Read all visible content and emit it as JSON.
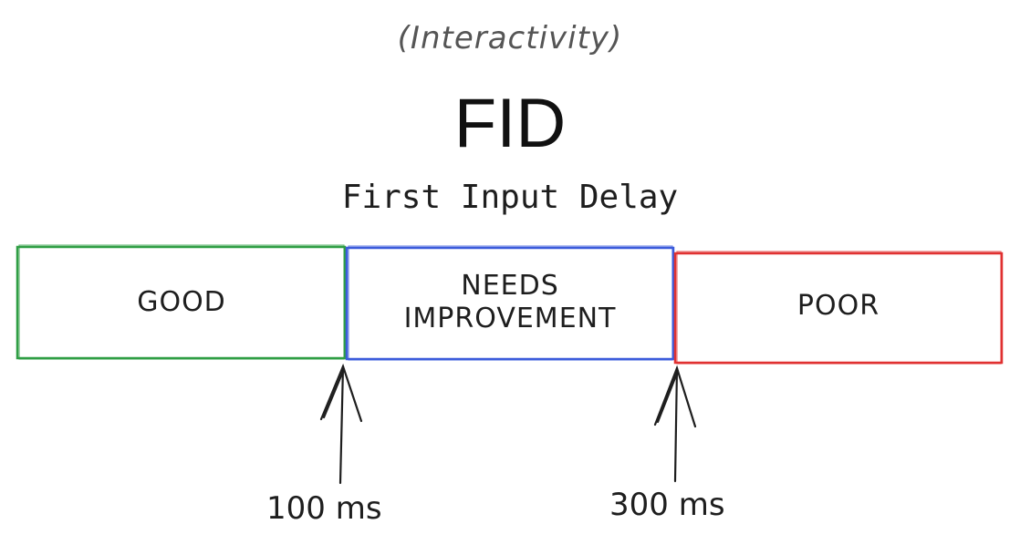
{
  "header": {
    "category": "(Interactivity)",
    "metric": "FID",
    "metric_full": "First Input Delay"
  },
  "segments": [
    {
      "label": "GOOD",
      "color": "#2f9e44"
    },
    {
      "label": "NEEDS\nIMPROVEMENT",
      "color": "#3b5bdb"
    },
    {
      "label": "POOR",
      "color": "#e03131"
    }
  ],
  "thresholds": [
    {
      "label": "100 ms",
      "value": 100
    },
    {
      "label": "300 ms",
      "value": 300
    }
  ],
  "colors": {
    "stroke": "#1e1e1e"
  }
}
